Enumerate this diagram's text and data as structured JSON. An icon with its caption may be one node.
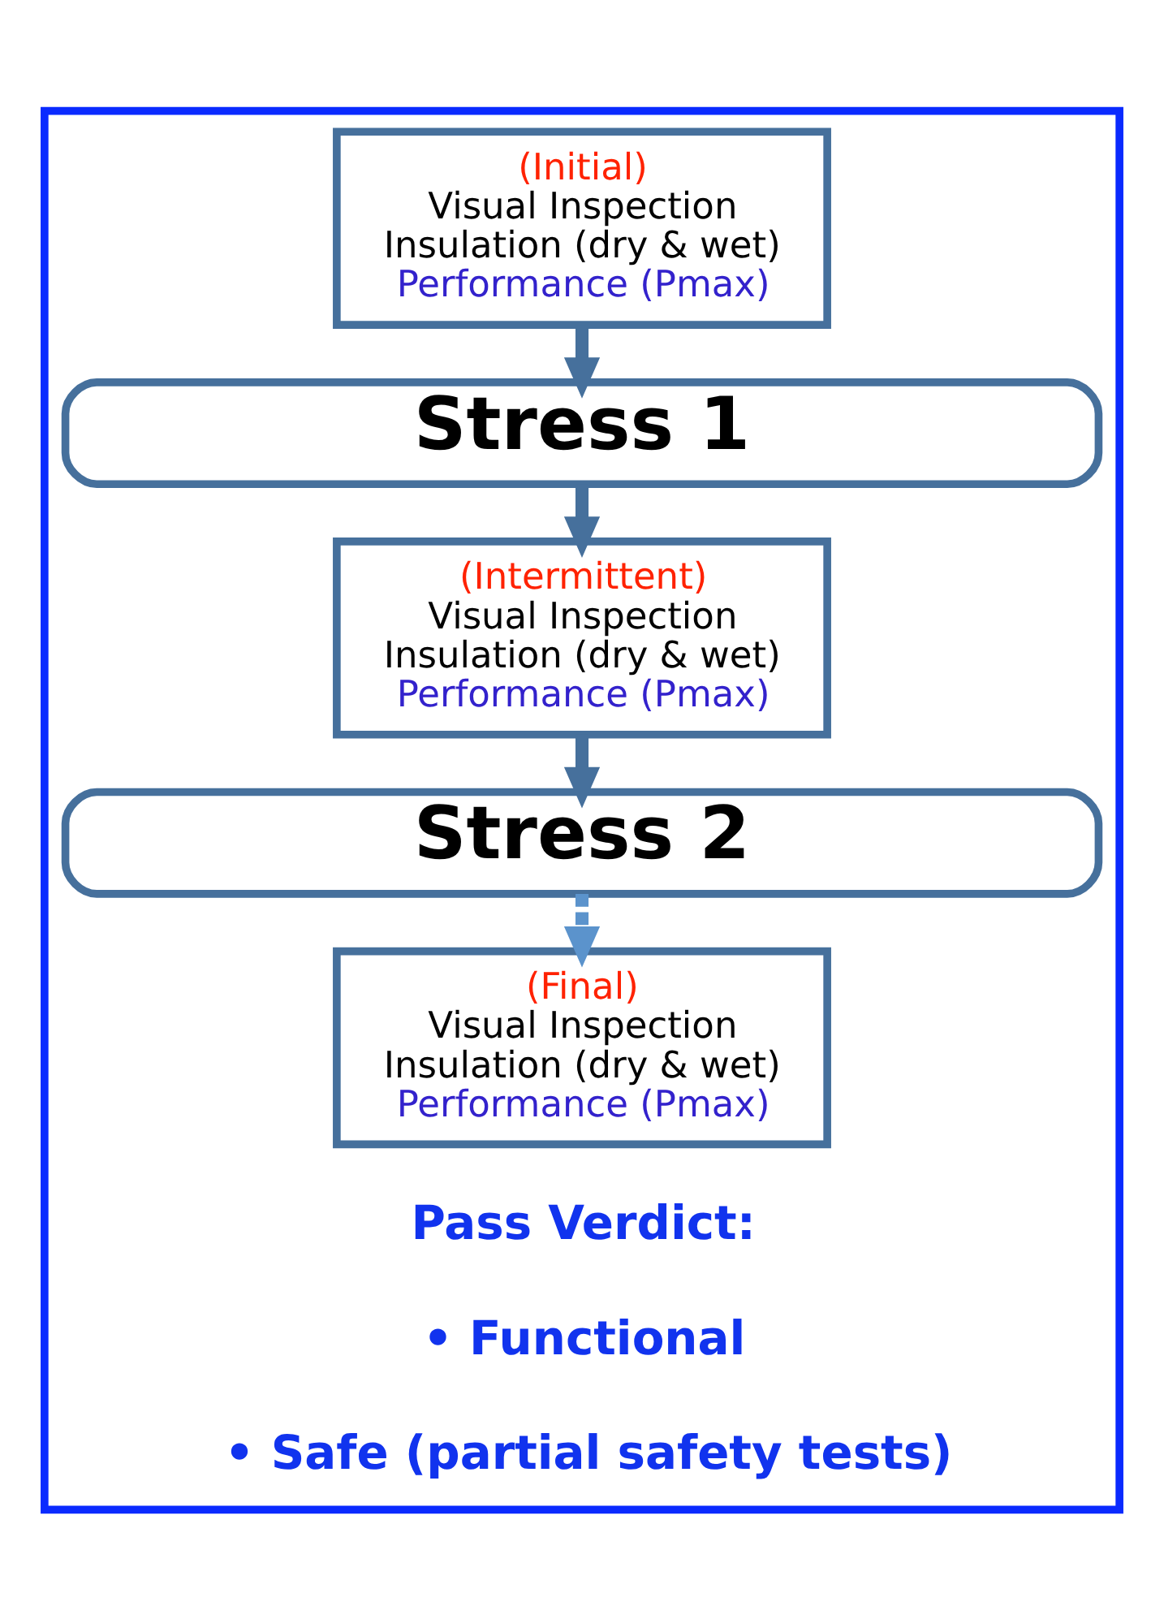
{
  "diagram": {
    "nodes": [
      {
        "text": [],
        "shape": "box"
      },
      {
        "text": [
          "(Initial)",
          "Visual Inspection",
          "Insulation (dry & wet)",
          "Performance (Pmax)"
        ],
        "in": 0
      },
      {
        "text": [
          "Stress 1"
        ],
        "in": 0
      },
      {
        "text": [
          "(Intermittent)",
          "Visual Inspection",
          "Insulation (dry & wet)",
          "Performance (Pmax)"
        ],
        "in": 0
      },
      {
        "text": [
          "Stress 2"
        ],
        "in": 0
      },
      {
        "text": [
          "(Final)",
          "Visual Inspection",
          "Insulation (dry & wet)",
          "Performance (Pmax)"
        ],
        "in": 0
      }
    ],
    "edges": [
      {
        "from": 1,
        "to": 2,
        "arrow": "to"
      },
      {
        "from": 2,
        "to": 3,
        "arrow": "to"
      },
      {
        "from": 3,
        "to": 4,
        "arrow": "to"
      },
      {
        "from": 4,
        "to": 5,
        "arrow": "to",
        "style": "dashed",
        "color": "#5b93cc"
      }
    ],
    "labels": [
      "Pass Verdict:",
      "• Functional",
      "• Safe (partial safety tests)"
    ]
  }
}
